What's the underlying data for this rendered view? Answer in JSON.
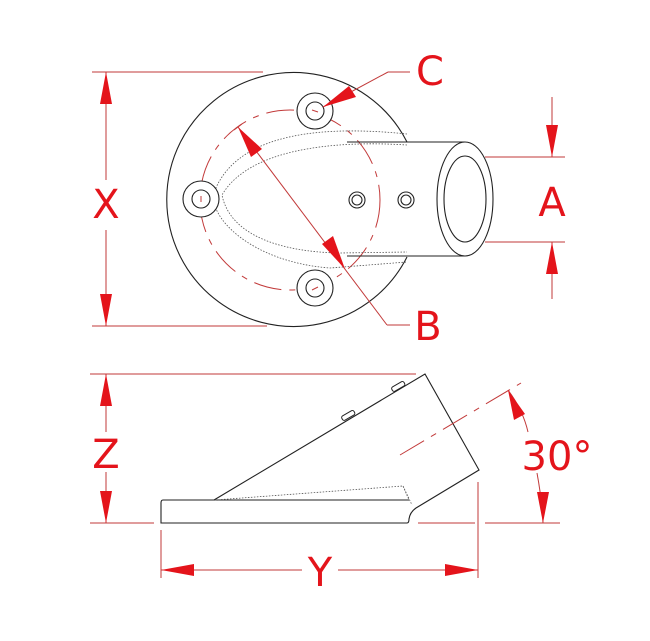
{
  "labels": {
    "x": "X",
    "a": "A",
    "b": "B",
    "c": "C",
    "z": "Z",
    "y": "Y",
    "angle": "30°"
  },
  "colors": {
    "dimension": "#e4141b",
    "outline": "#222222"
  }
}
